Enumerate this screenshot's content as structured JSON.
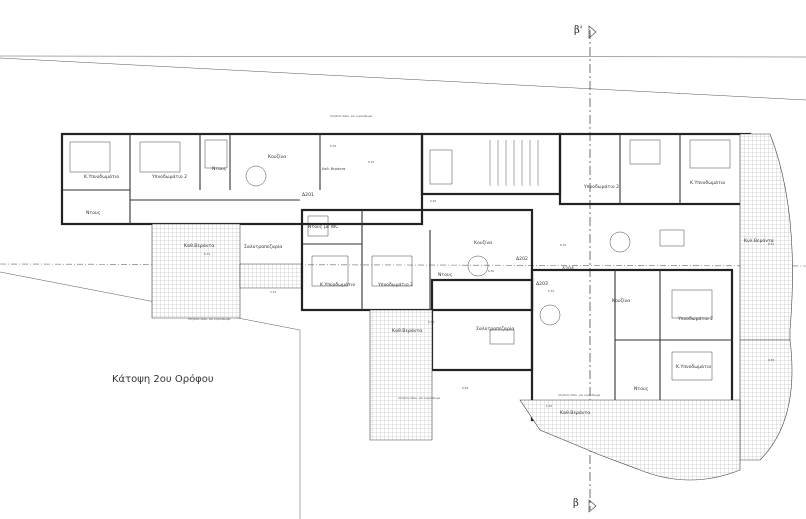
{
  "plan": {
    "title": "Κάτοψη 2ου Ορόφου",
    "section_top": "β'",
    "section_bottom": "β",
    "apartments": [
      "Δ201",
      "Δ202",
      "Δ203",
      "Δ204"
    ],
    "rooms": {
      "k_ypnodomatio": "Κ.Υπνοδωμάτιο",
      "ypnodomatio2": "Υπνοδωμάτιο 2",
      "ntous": "Ντους",
      "ntous_wc": "Ντους με WC",
      "kouzina": "Κουζίνα",
      "kouzina_alt": "Κουζίνα",
      "kath_verantes": "Καθ.Βεράντα",
      "kath_verantes2": "Κυλ.Βεράντα",
      "saloni": "Σαλοτραπεζαρία",
      "kath_veranta_small": "Καθ. Βεράντα"
    },
    "levels": [
      "6,30",
      "6,35",
      "6,31",
      "6,30",
      "6,34",
      "6,30",
      "6,35",
      "6,35",
      "6,30",
      "6,30",
      "6,31",
      "6,35",
      "3,15"
    ],
    "notes": [
      "στηθαίο 20εκ. και κιγκλίδωμα",
      "στηθαίο 20εκ. και κιγκλίδωμα",
      "στηθαίο 20εκ. και κιγκλίδωμα",
      "στηθαίο 20εκ. και κιγκλίδωμα"
    ]
  }
}
